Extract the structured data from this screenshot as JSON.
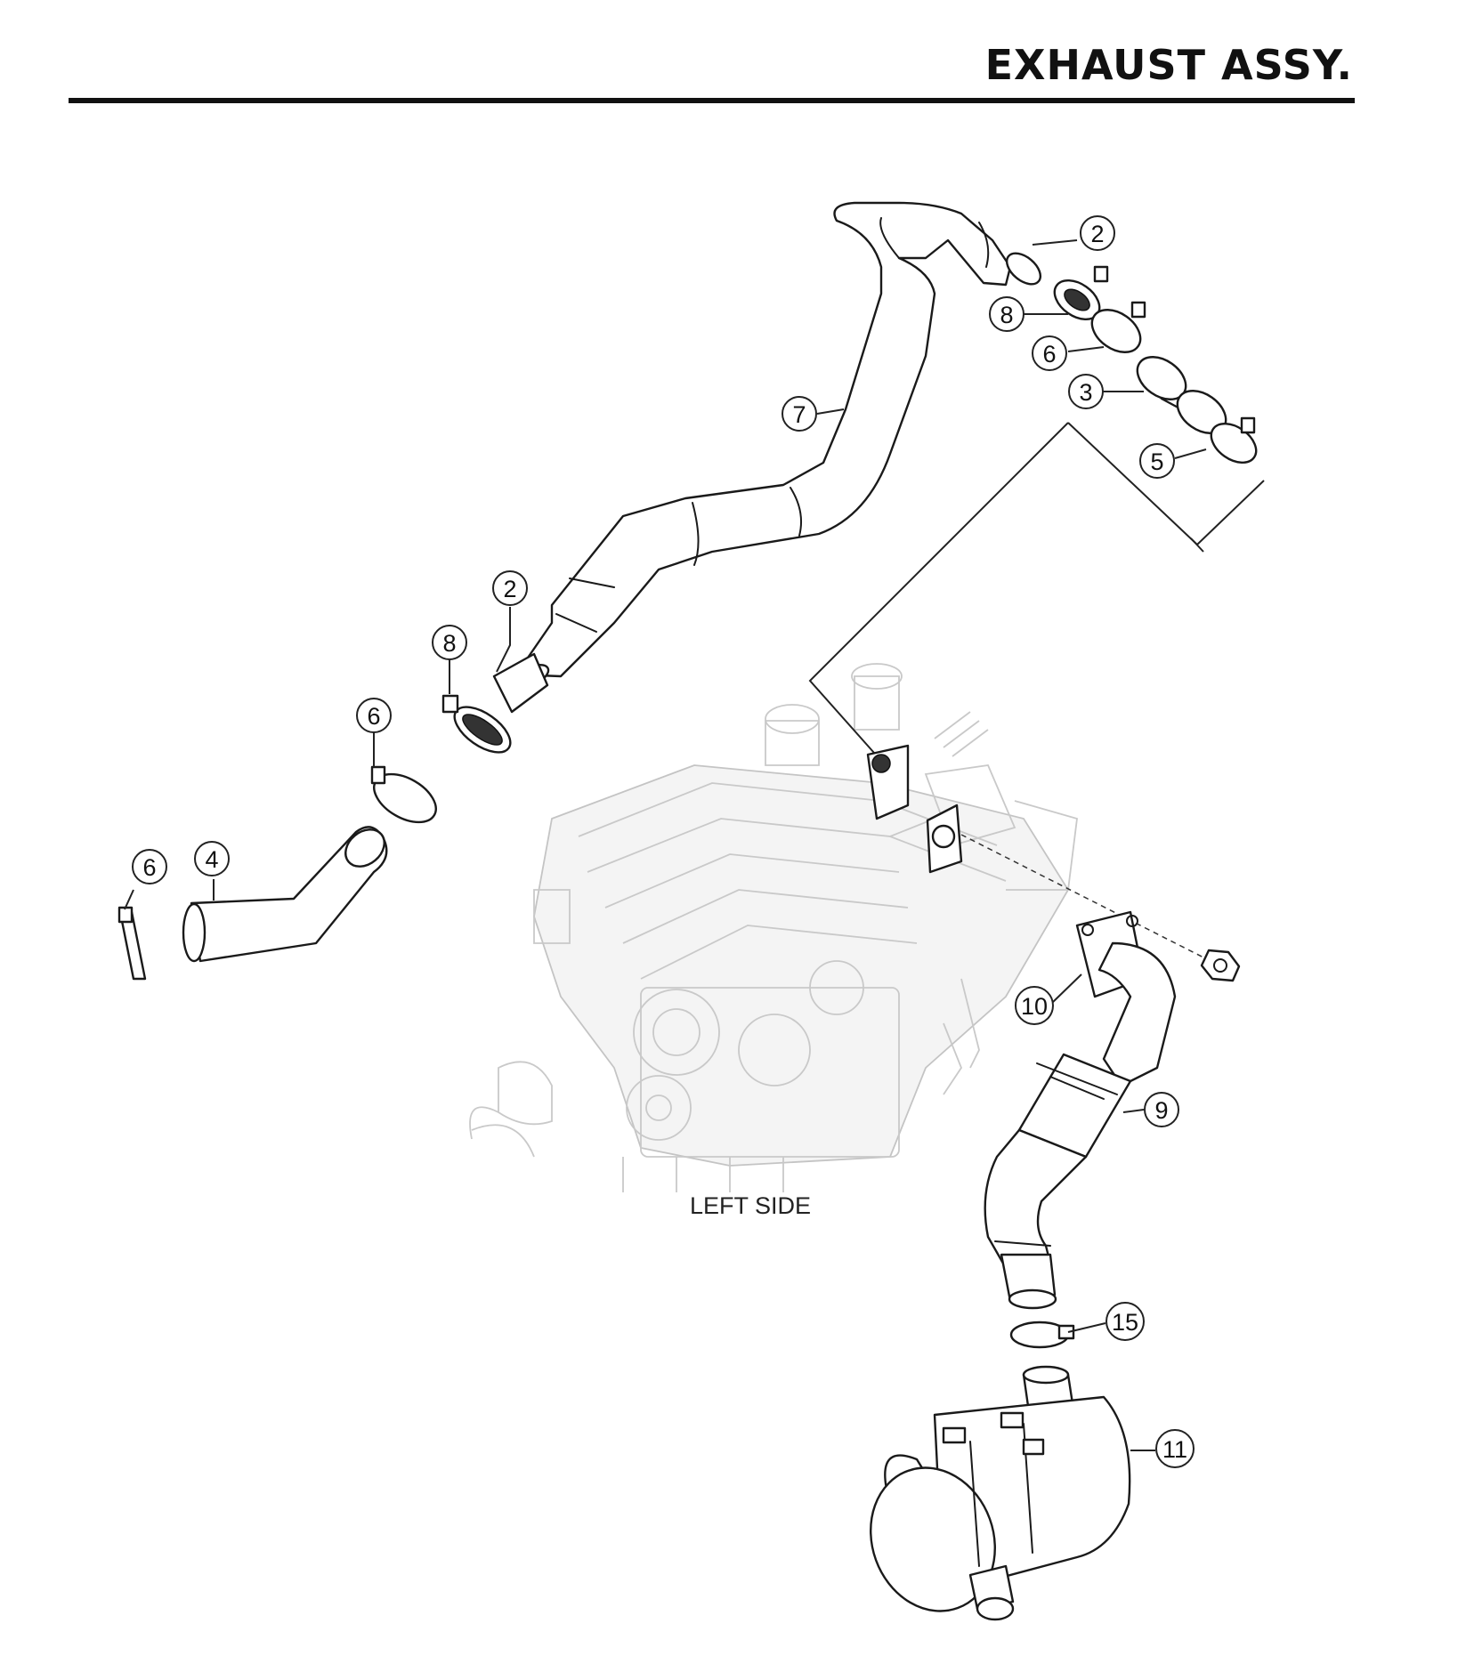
{
  "header": {
    "title": "EXHAUST ASSY."
  },
  "view_label": "LEFT SIDE",
  "callouts": {
    "c2a": "2",
    "c8a": "8",
    "c6a": "6",
    "c3": "3",
    "c5": "5",
    "c7": "7",
    "c2b": "2",
    "c8b": "8",
    "c6b": "6",
    "c6c": "6",
    "c4": "4",
    "c10": "10",
    "c9": "9",
    "c15": "15",
    "c11": "11"
  }
}
